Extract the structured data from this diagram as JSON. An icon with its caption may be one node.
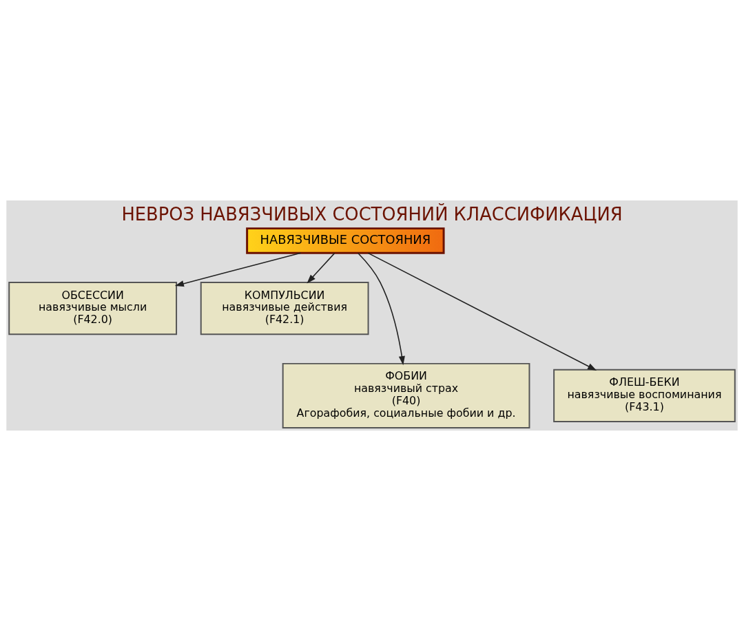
{
  "diagram": {
    "title": "НЕВРОЗ НАВЯЗЧИВЫХ СОСТОЯНИЙ КЛАССИФИКАЦИЯ",
    "nodes": [
      {
        "text": [
          "НАВЯЗЧИВЫЕ СОСТОЯНИЯ"
        ]
      },
      {
        "text": [
          "ОБСЕССИИ",
          "навязчивые мысли",
          "(F42.0)"
        ]
      },
      {
        "text": [
          "КОМПУЛЬСИИ",
          "навязчивые действия",
          "(F42.1)"
        ]
      },
      {
        "text": [
          "ФОБИИ",
          "навязчивый страх",
          "(F40)",
          "Агорафобия, социальные фобии и др."
        ]
      },
      {
        "text": [
          "ФЛЕШ-БЕКИ",
          "навязчивые воспоминания",
          "(F43.1)"
        ]
      }
    ],
    "edges": [
      {
        "from": 0,
        "to": 1,
        "arrow": "to"
      },
      {
        "from": 0,
        "to": 3,
        "arrow": "to"
      },
      {
        "from": 0,
        "to": 4,
        "arrow": "to"
      },
      {
        "from": 0,
        "to": 2,
        "arrow": "to"
      }
    ]
  }
}
